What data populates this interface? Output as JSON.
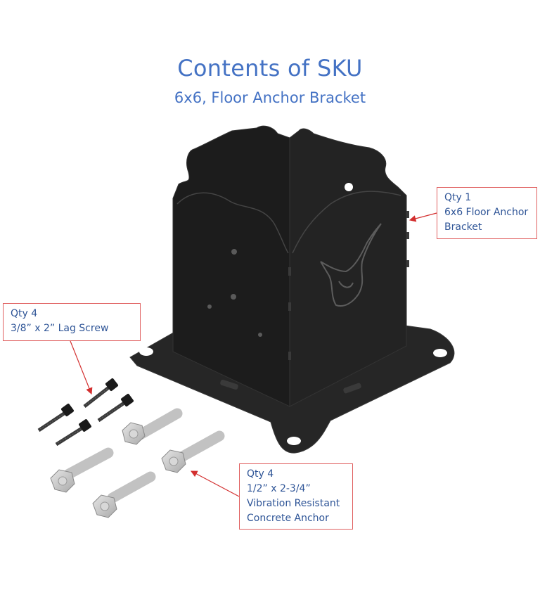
{
  "header": {
    "title": "Contents of SKU",
    "subtitle": "6x6, Floor Anchor Bracket"
  },
  "callouts": {
    "bracket": {
      "lines": [
        "Qty 1",
        "6x6 Floor Anchor",
        "Bracket"
      ]
    },
    "lag_screw": {
      "lines": [
        "Qty 4",
        "3/8” x 2” Lag Screw"
      ]
    },
    "concrete_anchor": {
      "lines": [
        "Qty 4",
        "1/2” x 2-3/4”",
        "Vibration Resistant",
        "Concrete Anchor"
      ]
    }
  },
  "colors": {
    "title": "#4472c4",
    "callout_text": "#2f5597",
    "callout_border": "#e06060",
    "leader_arrow": "#d32f2f",
    "bracket_body": "#1c1c1c",
    "anchor_metal": "#c9c9c9"
  }
}
